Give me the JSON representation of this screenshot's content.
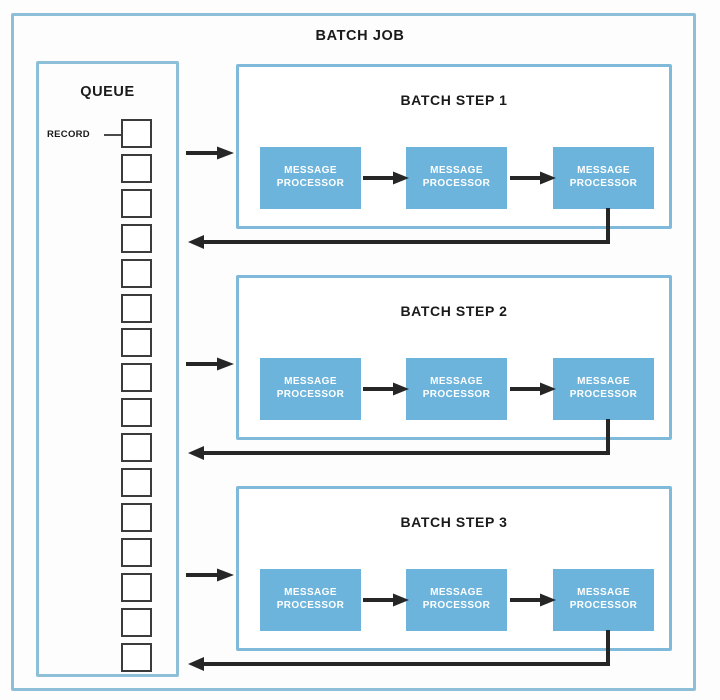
{
  "diagram": {
    "title": "BATCH JOB",
    "type": "batch-job-flow-diagram",
    "colors": {
      "container_border": "#8dbfd8",
      "step_border": "#7fbada",
      "processor_fill": "#6cb4dc",
      "processor_text": "#ffffff",
      "queue_cell_border": "#3b3b3b",
      "arrow": "#262626",
      "background": "#fdfdfd",
      "label_text": "#1a1a1a"
    }
  },
  "queue": {
    "title": "QUEUE",
    "record_label": "RECORD",
    "cell_count": 16,
    "cells": [
      {
        "index": 1
      },
      {
        "index": 2
      },
      {
        "index": 3
      },
      {
        "index": 4
      },
      {
        "index": 5
      },
      {
        "index": 6
      },
      {
        "index": 7
      },
      {
        "index": 8
      },
      {
        "index": 9
      },
      {
        "index": 10
      },
      {
        "index": 11
      },
      {
        "index": 12
      },
      {
        "index": 13
      },
      {
        "index": 14
      },
      {
        "index": 15
      },
      {
        "index": 16
      }
    ]
  },
  "steps": [
    {
      "title": "BATCH STEP 1",
      "processors": [
        {
          "line1": "MESSAGE",
          "line2": "PROCESSOR"
        },
        {
          "line1": "MESSAGE",
          "line2": "PROCESSOR"
        },
        {
          "line1": "MESSAGE",
          "line2": "PROCESSOR"
        }
      ]
    },
    {
      "title": "BATCH STEP 2",
      "processors": [
        {
          "line1": "MESSAGE",
          "line2": "PROCESSOR"
        },
        {
          "line1": "MESSAGE",
          "line2": "PROCESSOR"
        },
        {
          "line1": "MESSAGE",
          "line2": "PROCESSOR"
        }
      ]
    },
    {
      "title": "BATCH STEP 3",
      "processors": [
        {
          "line1": "MESSAGE",
          "line2": "PROCESSOR"
        },
        {
          "line1": "MESSAGE",
          "line2": "PROCESSOR"
        },
        {
          "line1": "MESSAGE",
          "line2": "PROCESSOR"
        }
      ]
    }
  ],
  "flows": {
    "feed_arrow_direction": "right",
    "return_arrow_direction": "left",
    "inner_arrow_direction": "right"
  }
}
